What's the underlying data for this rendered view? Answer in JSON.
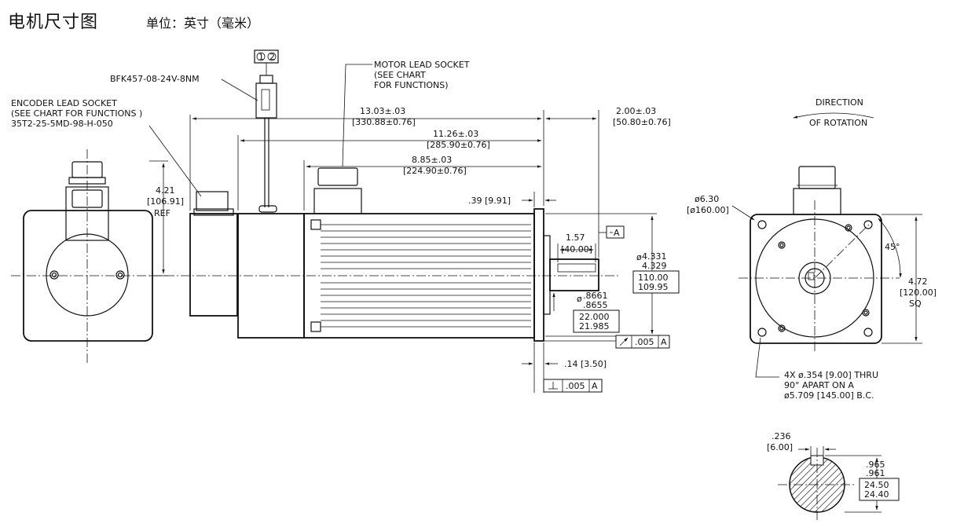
{
  "header": {
    "title": "电机尺寸图",
    "unit_note": "单位：英寸（毫米）"
  },
  "callouts": {
    "connector_part": "BFK457-08-24V-8NM",
    "connector_pin1": "1",
    "connector_pin2": "2",
    "encoder_line1": "ENCODER LEAD SOCKET",
    "encoder_line2": "(SEE CHART FOR FUNCTIONS )",
    "encoder_line3": "35T2-25-5MD-98-H-050",
    "motor_line1": "MOTOR LEAD SOCKET",
    "motor_line2": "(SEE CHART",
    "motor_line3": "FOR FUNCTIONS)"
  },
  "dimensions": {
    "overall_len": "13.03±.03",
    "overall_len_mm": "[330.88±0.76]",
    "body_len": "11.26±.03",
    "body_len_mm": "[285.90±0.76]",
    "frame_len": "8.85±.03",
    "frame_len_mm": "[224.90±0.76]",
    "shaft_len": "2.00±.03",
    "shaft_len_mm": "[50.80±0.76]",
    "flange_thk": ".39  [9.91]",
    "key_len": "1.57",
    "key_len_mm": "[40.00]",
    "datum_a": "A",
    "pilot_dia_hi": "4.331",
    "pilot_dia_lo": "4.329",
    "pilot_dia_mm_hi": "110.00",
    "pilot_dia_mm_lo": "109.95",
    "shaft_dia_hi": ".8661",
    "shaft_dia_lo": ".8655",
    "shaft_dia_mm_hi": "22.000",
    "shaft_dia_mm_lo": "21.985",
    "runout_val": ".005",
    "runout_ref": "A",
    "pilot_depth": ".14  [3.50]",
    "perp_val": ".005",
    "perp_ref": "A",
    "encoder_height": "4.21",
    "encoder_height_mm": "[106.91]",
    "encoder_height_ref": "REF",
    "circle_dia": "ø6.30",
    "circle_dia_mm": "[ø160.00]",
    "angle": "45°",
    "square": "4.72",
    "square_mm": "[120.00]",
    "square_sq": "SQ",
    "holes_line1": "4X  ø.354  [9.00]  THRU",
    "holes_line2": "90°  APART  ON  A",
    "holes_line3": "ø5.709  [145.00]  B.C.",
    "key_width": ".236",
    "key_width_mm": "[6.00]",
    "key_depth_hi": ".965",
    "key_depth_lo": ".961",
    "key_depth_mm_hi": "24.50",
    "key_depth_mm_lo": "24.40"
  },
  "rotation": {
    "line1": "DIRECTION",
    "line2": "OF  ROTATION"
  }
}
